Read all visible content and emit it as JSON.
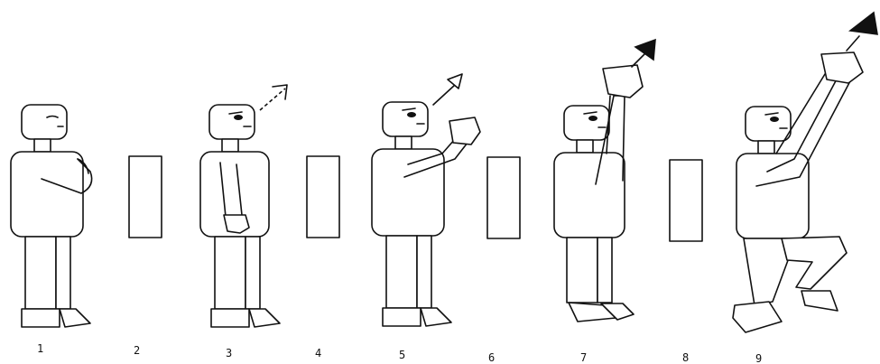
{
  "figure": {
    "frames": [
      {
        "label": "1",
        "kind": "figure",
        "pose": "standing-arms-crossed"
      },
      {
        "label": "2",
        "kind": "blank-frame"
      },
      {
        "label": "3",
        "kind": "figure",
        "pose": "standing-looking-up-right",
        "cue": "dashed-arrow"
      },
      {
        "label": "4",
        "kind": "blank-frame"
      },
      {
        "label": "5",
        "kind": "figure",
        "pose": "arm-raised-front",
        "cue": "outline-arrow"
      },
      {
        "label": "6",
        "kind": "blank-frame"
      },
      {
        "label": "7",
        "kind": "figure",
        "pose": "arms-raised-overhead",
        "cue": "solid-arrow"
      },
      {
        "label": "8",
        "kind": "blank-frame"
      },
      {
        "label": "9",
        "kind": "figure",
        "pose": "jumping-arms-overhead",
        "cue": "solid-arrow"
      }
    ]
  }
}
